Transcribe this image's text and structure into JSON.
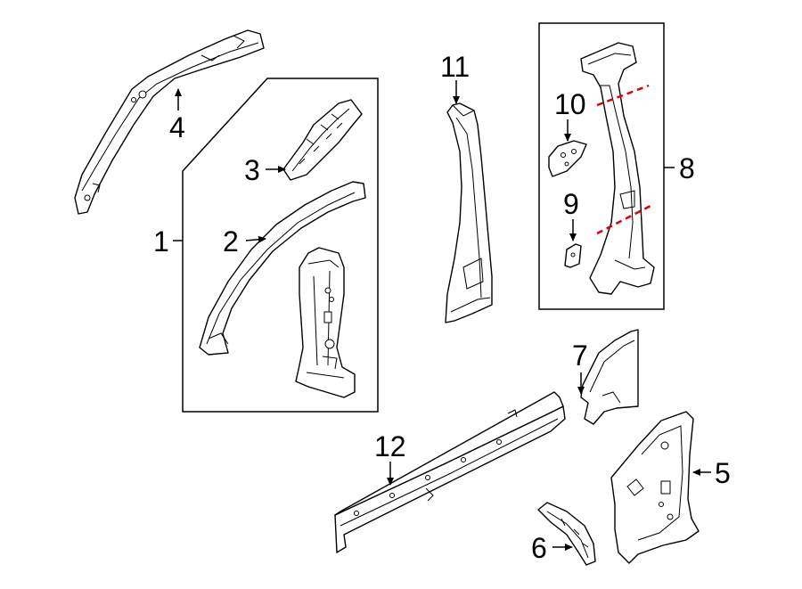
{
  "diagram": {
    "callouts": {
      "c1": "1",
      "c2": "2",
      "c3": "3",
      "c4": "4",
      "c5": "5",
      "c6": "6",
      "c7": "7",
      "c8": "8",
      "c9": "9",
      "c10": "10",
      "c11": "11",
      "c12": "12"
    },
    "colors": {
      "line": "#000000",
      "cut_line": "#e00000",
      "background": "#ffffff"
    }
  }
}
